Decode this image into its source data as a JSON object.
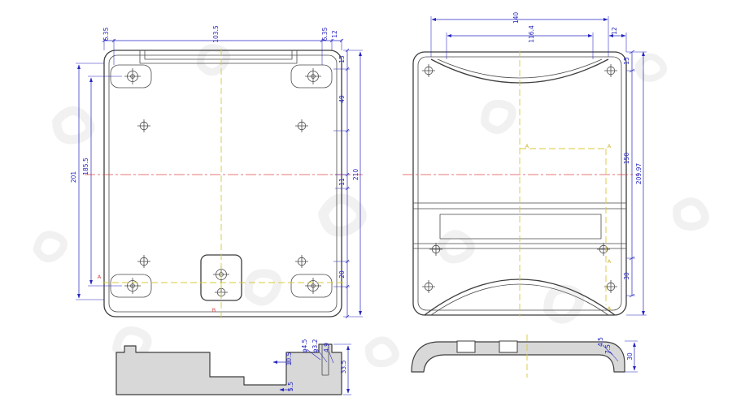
{
  "back_view": {
    "dims": {
      "offset_left": "6.35",
      "slot_width": "103.5",
      "offset_right": "6.35",
      "corner": "12",
      "top_inset": "15",
      "hole_drop": "49",
      "center_offset": "11",
      "bottom_gap": "20",
      "overall_height": "210",
      "hole_span": "185.5",
      "inner_height": "201"
    },
    "datums": {
      "a": "A",
      "b": "B"
    }
  },
  "front_view": {
    "dims": {
      "recess_width": "140",
      "window_width": "116.4",
      "corner": "12",
      "top_inset": "15",
      "mid_height": "150",
      "bottom_inset": "30",
      "overall_height": "209.97"
    },
    "datum": "A"
  },
  "base_section": {
    "dims": {
      "pocket_width": "10.5",
      "pocket_depth": "5.5",
      "boss_dia": "φ4.5",
      "hole_dia": "φ3.2",
      "rib": "4.9",
      "height": "33.5"
    }
  },
  "lid_section": {
    "dims": {
      "lip": "4.5",
      "wall": "7.5",
      "height": "30"
    }
  }
}
